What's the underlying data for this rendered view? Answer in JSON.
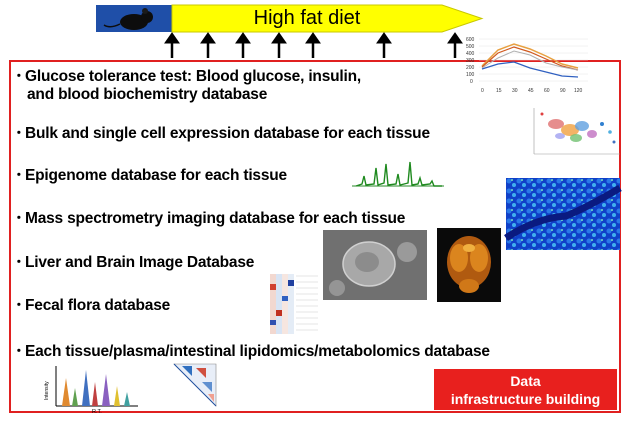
{
  "header": {
    "diet_label": "High fat diet"
  },
  "items": [
    {
      "line1": "Glucose tolerance test: Blood glucose, insulin,",
      "line2": "and blood biochemistry database"
    },
    {
      "line1": "Bulk and single cell expression database for each tissue"
    },
    {
      "line1": "Epigenome database for each tissue"
    },
    {
      "line1": "Mass spectrometry imaging database for each tissue"
    },
    {
      "line1": "Liver and Brain Image Database"
    },
    {
      "line1": "Fecal flora database"
    },
    {
      "line1": "Each tissue/plasma/intestinal lipidomics/metabolomics database"
    }
  ],
  "badge": {
    "line1": "Data",
    "line2": "infrastructure building"
  },
  "gtt_chart": {
    "y_ticks": [
      "600",
      "500",
      "400",
      "300",
      "200",
      "100",
      "0"
    ],
    "x_ticks": [
      "0",
      "15",
      "30",
      "45",
      "60",
      "90",
      "120"
    ]
  },
  "chromatogram": {
    "ylabel": "Intensity",
    "xlabel": "R.T."
  },
  "colors": {
    "frame": "#e02020",
    "diet_arrow": "#ffff00",
    "badge": "#e8201e",
    "mouse_bg": "#1f4fa8"
  }
}
